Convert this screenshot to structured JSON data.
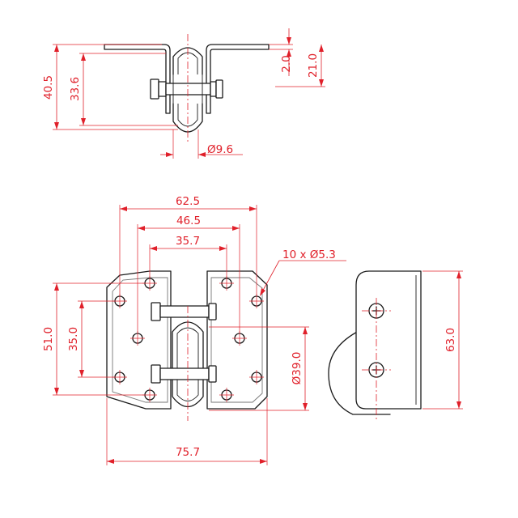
{
  "dimensions": {
    "top_view": {
      "overall_height": "40.5",
      "inner_height": "33.6",
      "flange_thickness": "2.0",
      "upper_height": "21.0",
      "pin_diameter": "9.6"
    },
    "front_view": {
      "width_62_5": "62.5",
      "width_46_5": "46.5",
      "width_35_7": "35.7",
      "hole_callout": "10 x",
      "hole_diameter": "5.3",
      "height_51_0": "51.0",
      "height_35_0": "35.0",
      "wheel_diameter": "39.0",
      "overall_width": "75.7"
    },
    "side_view": {
      "overall_height": "63.0"
    }
  },
  "symbols": {
    "diameter": "Ø"
  },
  "colors": {
    "dimension": "#e0202a",
    "outline": "#1a1a1a"
  }
}
